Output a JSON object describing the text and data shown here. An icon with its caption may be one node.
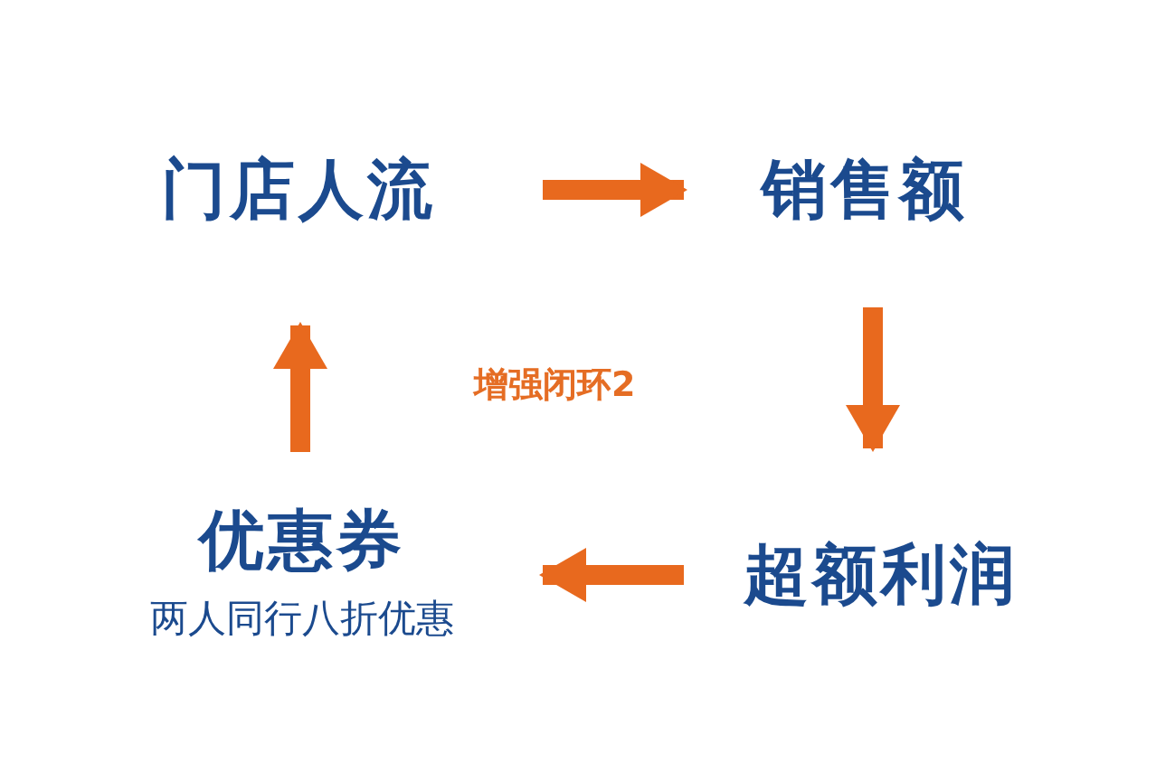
{
  "diagram": {
    "nodes": [
      {
        "text": [
          "门店人流"
        ]
      },
      {
        "text": [
          "销售额"
        ]
      },
      {
        "text": [
          "超额利润"
        ]
      },
      {
        "text": [
          "优惠券",
          "两人同行八折优惠"
        ]
      }
    ],
    "edges": [
      {
        "from": 0,
        "to": 1,
        "arrow": "to"
      },
      {
        "from": 1,
        "to": 2,
        "arrow": "to"
      },
      {
        "from": 2,
        "to": 3,
        "arrow": "to"
      },
      {
        "from": 3,
        "to": 0,
        "arrow": "to"
      }
    ],
    "labels": [
      "增强闭环2"
    ]
  }
}
